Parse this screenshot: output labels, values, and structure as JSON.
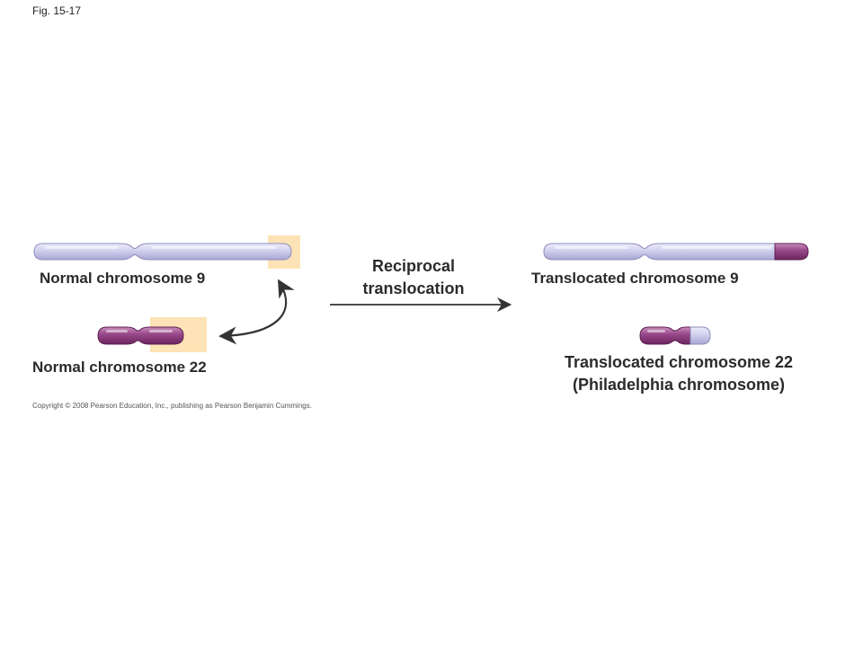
{
  "figure": {
    "fig_label": "Fig. 15-17",
    "labels": {
      "normal_9": "Normal chromosome 9",
      "normal_22": "Normal chromosome 22",
      "reciprocal_line1": "Reciprocal",
      "reciprocal_line2": "translocation",
      "translocated_9": "Translocated chromosome 9",
      "translocated_22_line1": "Translocated chromosome 22",
      "translocated_22_line2": "(Philadelphia chromosome)"
    },
    "copyright": "Copyright © 2008 Pearson Education, Inc., publishing as Pearson Benjamin Cummings."
  },
  "colors": {
    "chromosome_9": "#c9c8ea",
    "chromosome_22": "#8e3d7e",
    "highlight_box": "#fde3b5",
    "arrow": "#333333"
  }
}
